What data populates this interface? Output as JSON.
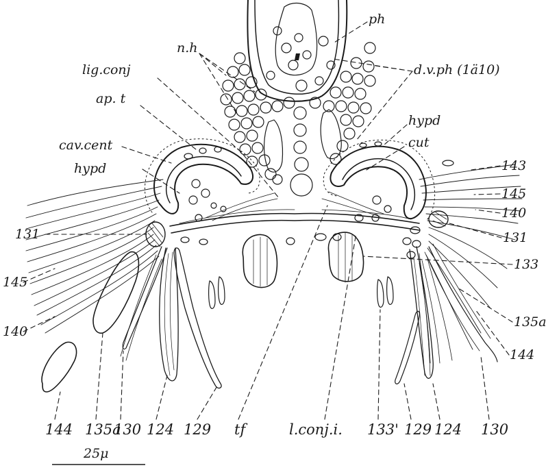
{
  "labels": {
    "ph": "ph",
    "nh": "n.h",
    "dvph": "d.v.ph (1ä10)",
    "ligconj": "lig.conj",
    "apt": "ap. t",
    "hypd_right": "hypd",
    "cut": "cut",
    "cavcent": "cav.cent",
    "hypd_left": "hypd",
    "n143": "143",
    "n145_right": "145",
    "n140_right": "140",
    "n131_left": "131",
    "n131_right": "131",
    "n133": "133",
    "n145_left": "145",
    "n135a_right": "135a",
    "n140_left": "140",
    "n144_right": "144",
    "b144": "144",
    "b135a": "135a",
    "b130": "130",
    "b124": "124",
    "b129": "129",
    "btf": "tf",
    "blconj": "l.conj.i.",
    "b133p": "133'",
    "b129r": "129",
    "b124r": "124",
    "b130r": "130"
  },
  "scale_bar": {
    "label": "25μ"
  }
}
